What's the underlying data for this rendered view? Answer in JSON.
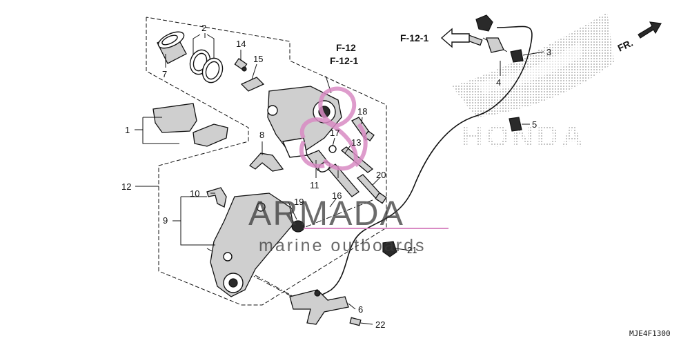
{
  "diagram": {
    "callouts": {
      "c1": "1",
      "c2": "2",
      "c3": "3",
      "c4": "4",
      "c5": "5",
      "c6": "6",
      "c7": "7",
      "c8": "8",
      "c9": "9",
      "c10": "10",
      "c11": "11",
      "c12": "12",
      "c13": "13",
      "c14": "14",
      "c15": "15",
      "c16": "16",
      "c17": "17",
      "c18": "18",
      "c19": "19",
      "c20": "20",
      "c21": "21",
      "c22": "22"
    },
    "refs": {
      "f12": "F-12",
      "f121_center": "F-12-1",
      "f121_arrow": "F-12-1"
    },
    "direction_label": "FR.",
    "diagram_code": "MJE4F1300",
    "watermark": {
      "brand": "ARMADA",
      "tagline": "marine outboards",
      "logo_text": "HONDA"
    },
    "colors": {
      "ink": "#111111",
      "watermark_pink": "#d98bc4",
      "dot_gray": "#9a9a9a"
    }
  }
}
